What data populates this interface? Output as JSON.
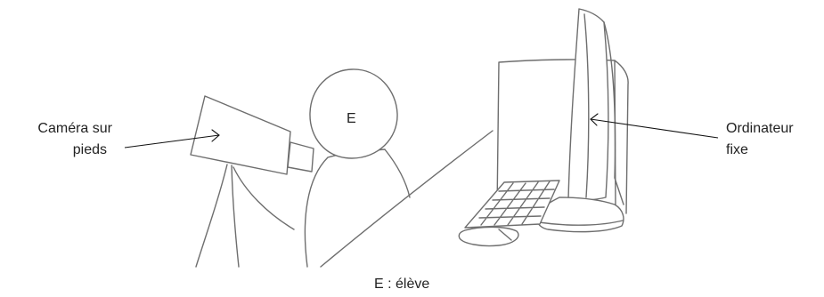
{
  "labels": {
    "camera_line1": "Caméra sur",
    "camera_line2": "pieds",
    "computer_line1": "Ordinateur",
    "computer_line2": "fixe",
    "student_letter": "E",
    "legend": "E : élève"
  },
  "colors": {
    "sketch_stroke": "#6e6e6e",
    "arrow_stroke": "#111111",
    "text": "#222222",
    "background": "#ffffff"
  }
}
